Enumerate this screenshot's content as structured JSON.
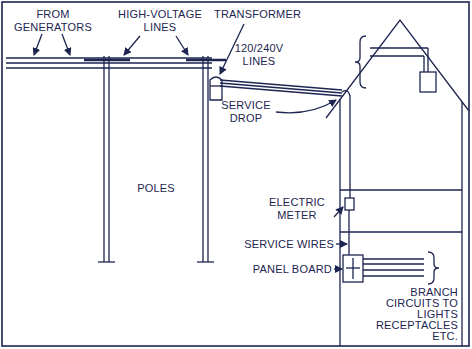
{
  "diagram": {
    "labels": [
      "FROM GENERATORS",
      "HIGH-VOLTAGE LINES",
      "TRANSFORMER",
      "120/240V LINES",
      "SERVICE DROP",
      "POLES",
      "ELECTRIC METER",
      "SERVICE WIRES",
      "PANEL BOARD",
      "BRANCH CIRCUITS TO LIGHTS RECEPTACLES ETC."
    ]
  }
}
